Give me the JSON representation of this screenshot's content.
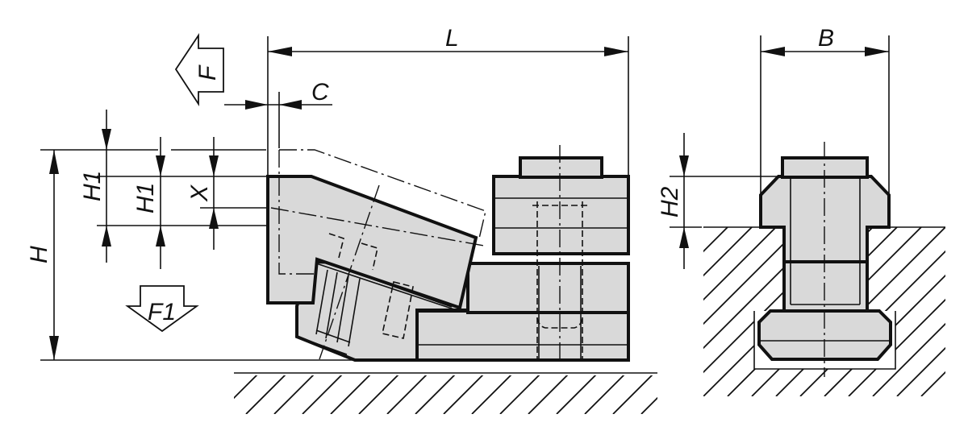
{
  "labels": {
    "L": "L",
    "B": "B",
    "C": "C",
    "F": "F",
    "F1": "F1",
    "H": "H",
    "H1_outer": "H1",
    "H1_inner": "H1",
    "X": "X",
    "H2": "H2"
  }
}
